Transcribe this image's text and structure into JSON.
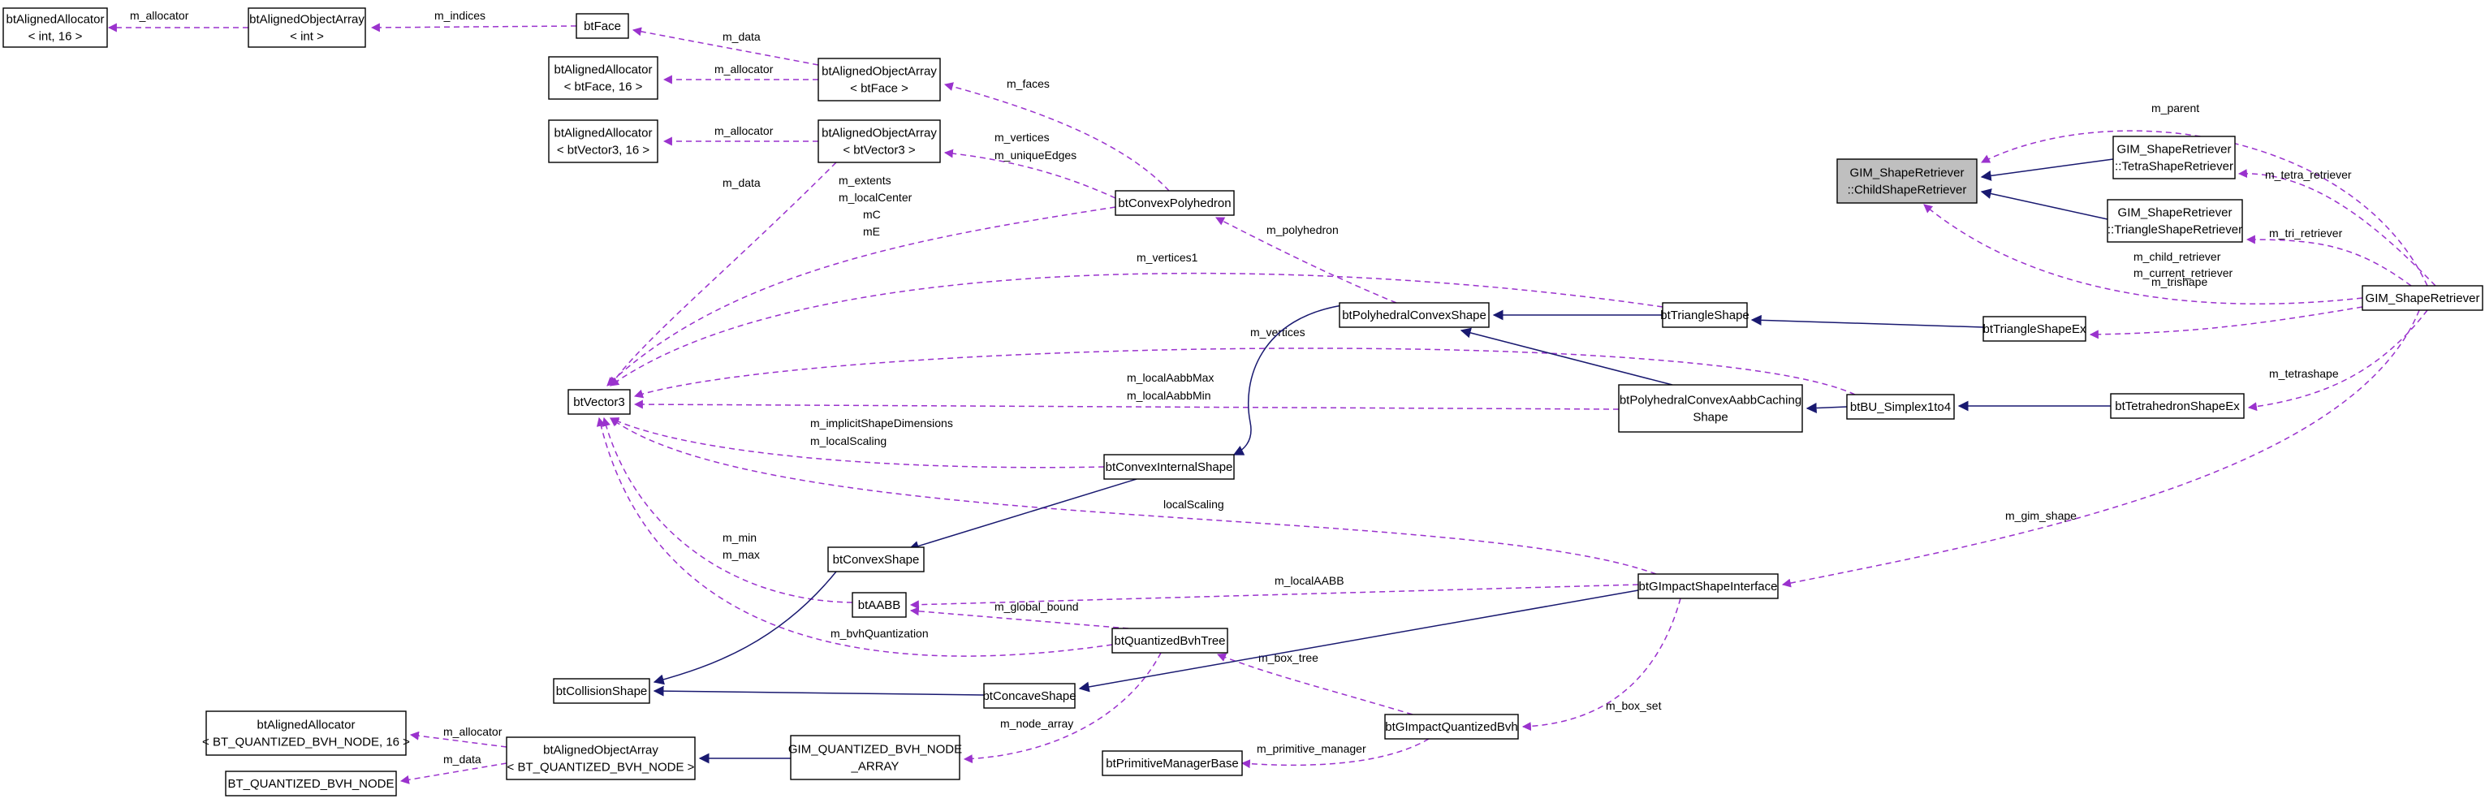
{
  "nodes": [
    {
      "id": "alloc_int",
      "lines": [
        "btAlignedAllocator",
        "< int, 16 >"
      ]
    },
    {
      "id": "arr_int",
      "lines": [
        "btAlignedObjectArray",
        "< int >"
      ]
    },
    {
      "id": "btface",
      "lines": [
        "btFace"
      ]
    },
    {
      "id": "alloc_face",
      "lines": [
        "btAlignedAllocator",
        "< btFace, 16 >"
      ]
    },
    {
      "id": "arr_face",
      "lines": [
        "btAlignedObjectArray",
        "< btFace >"
      ]
    },
    {
      "id": "alloc_vec",
      "lines": [
        "btAlignedAllocator",
        "< btVector3, 16 >"
      ]
    },
    {
      "id": "arr_vec",
      "lines": [
        "btAlignedObjectArray",
        "< btVector3 >"
      ]
    },
    {
      "id": "convexpoly",
      "lines": [
        "btConvexPolyhedron"
      ]
    },
    {
      "id": "vector3",
      "lines": [
        "btVector3"
      ]
    },
    {
      "id": "polyconvex",
      "lines": [
        "btPolyhedralConvexShape"
      ]
    },
    {
      "id": "triangle",
      "lines": [
        "btTriangleShape"
      ]
    },
    {
      "id": "polyaabb",
      "lines": [
        "btPolyhedralConvexAabbCaching",
        "Shape"
      ]
    },
    {
      "id": "bu_simplex",
      "lines": [
        "btBU_Simplex1to4"
      ]
    },
    {
      "id": "triex",
      "lines": [
        "btTriangleShapeEx"
      ]
    },
    {
      "id": "tetraex",
      "lines": [
        "btTetrahedronShapeEx"
      ]
    },
    {
      "id": "convexinternal",
      "lines": [
        "btConvexInternalShape"
      ]
    },
    {
      "id": "convexshape",
      "lines": [
        "btConvexShape"
      ]
    },
    {
      "id": "aabb",
      "lines": [
        "btAABB"
      ]
    },
    {
      "id": "qbvhtree",
      "lines": [
        "btQuantizedBvhTree"
      ]
    },
    {
      "id": "gimpactiface",
      "lines": [
        "btGImpactShapeInterface"
      ]
    },
    {
      "id": "collision",
      "lines": [
        "btCollisionShape"
      ]
    },
    {
      "id": "concave",
      "lines": [
        "btConcaveShape"
      ]
    },
    {
      "id": "alloc_qbvh",
      "lines": [
        "btAlignedAllocator",
        "< BT_QUANTIZED_BVH_NODE, 16 >"
      ]
    },
    {
      "id": "arr_qbvh",
      "lines": [
        "btAlignedObjectArray",
        "< BT_QUANTIZED_BVH_NODE >"
      ]
    },
    {
      "id": "gim_qbvh_arr",
      "lines": [
        "GIM_QUANTIZED_BVH_NODE",
        "_ARRAY"
      ]
    },
    {
      "id": "qbvh_node",
      "lines": [
        "BT_QUANTIZED_BVH_NODE"
      ]
    },
    {
      "id": "gimpactqbvh",
      "lines": [
        "btGImpactQuantizedBvh"
      ]
    },
    {
      "id": "primmgr",
      "lines": [
        "btPrimitiveManagerBase"
      ]
    },
    {
      "id": "gim_child",
      "lines": [
        "GIM_ShapeRetriever",
        "::ChildShapeRetriever"
      ]
    },
    {
      "id": "gim_tetra",
      "lines": [
        "GIM_ShapeRetriever",
        "::TetraShapeRetriever"
      ]
    },
    {
      "id": "gim_tri",
      "lines": [
        "GIM_ShapeRetriever",
        "::TriangleShapeRetriever"
      ]
    },
    {
      "id": "gim_shape",
      "lines": [
        "GIM_ShapeRetriever"
      ]
    }
  ],
  "edges": [
    {
      "id": "e_arrint_allocint",
      "type": "use",
      "label": [
        "m_allocator"
      ]
    },
    {
      "id": "e_face_arrint",
      "type": "use",
      "label": [
        "m_indices"
      ]
    },
    {
      "id": "e_arrface_face",
      "type": "use",
      "label": [
        "m_data"
      ]
    },
    {
      "id": "e_arrface_allocface",
      "type": "use",
      "label": [
        "m_allocator"
      ]
    },
    {
      "id": "e_arrvec_allocvec",
      "type": "use",
      "label": [
        "m_allocator"
      ]
    },
    {
      "id": "e_arrvec_vec3",
      "type": "use",
      "label": [
        "m_data"
      ]
    },
    {
      "id": "e_cp_arrface",
      "type": "use",
      "label": [
        "m_faces"
      ]
    },
    {
      "id": "e_cp_arrvec",
      "type": "use",
      "label": [
        "m_vertices",
        "m_uniqueEdges"
      ]
    },
    {
      "id": "e_cp_vec3",
      "type": "use",
      "label": [
        "m_extents",
        "m_localCenter",
        "mC",
        "mE"
      ]
    },
    {
      "id": "e_pcs_cp",
      "type": "use",
      "label": [
        "m_polyhedron"
      ]
    },
    {
      "id": "e_tri_vec3",
      "type": "use",
      "label": [
        "m_vertices1"
      ]
    },
    {
      "id": "e_simplex_vec3",
      "type": "use",
      "label": [
        "m_vertices"
      ]
    },
    {
      "id": "e_aabbcache_vec3",
      "type": "use",
      "label": [
        "m_localAabbMax",
        "m_localAabbMin"
      ]
    },
    {
      "id": "e_cis_vec3",
      "type": "use",
      "label": [
        "m_implicitShapeDimensions",
        "m_localScaling"
      ]
    },
    {
      "id": "e_gimpact_vec3",
      "type": "use",
      "label": [
        "localScaling"
      ]
    },
    {
      "id": "e_aabb_vec3",
      "type": "use",
      "label": [
        "m_min",
        "m_max"
      ]
    },
    {
      "id": "e_qbvh_vec3",
      "type": "use",
      "label": [
        "m_bvhQuantization"
      ]
    },
    {
      "id": "e_gimpact_aabb",
      "type": "use",
      "label": [
        "m_localAABB"
      ]
    },
    {
      "id": "e_qbvh_aabb",
      "type": "use",
      "label": [
        "m_global_bound"
      ]
    },
    {
      "id": "e_gqbvh_qbvh",
      "type": "use",
      "label": [
        "m_box_tree"
      ]
    },
    {
      "id": "e_gimpact_gqbvh",
      "type": "use",
      "label": [
        "m_box_set"
      ]
    },
    {
      "id": "e_gqbvh_prim",
      "type": "use",
      "label": [
        "m_primitive_manager"
      ]
    },
    {
      "id": "e_qbvh_gimarr",
      "type": "use",
      "label": [
        "m_node_array"
      ]
    },
    {
      "id": "e_arrq_allocq",
      "type": "use",
      "label": [
        "m_allocator"
      ]
    },
    {
      "id": "e_arrq_node",
      "type": "use",
      "label": [
        "m_data"
      ]
    },
    {
      "id": "e_gs_child",
      "type": "use",
      "label": [
        "m_parent"
      ]
    },
    {
      "id": "e_gs_tetra",
      "type": "use",
      "label": [
        "m_tetra_retriever"
      ]
    },
    {
      "id": "e_gs_tri",
      "type": "use",
      "label": [
        "m_tri_retriever"
      ]
    },
    {
      "id": "e_gs_childret",
      "type": "use",
      "label": [
        "m_child_retriever",
        "m_current_retriever"
      ]
    },
    {
      "id": "e_gs_triex",
      "type": "use",
      "label": [
        "m_trishape"
      ]
    },
    {
      "id": "e_gs_tetraex",
      "type": "use",
      "label": [
        "m_tetrashape"
      ]
    },
    {
      "id": "e_gs_gimpact",
      "type": "use",
      "label": [
        "m_gim_shape"
      ]
    },
    {
      "id": "i_tetra_child",
      "type": "inherit",
      "label": []
    },
    {
      "id": "i_tri_child",
      "type": "inherit",
      "label": []
    },
    {
      "id": "i_trishape_pcs",
      "type": "inherit",
      "label": []
    },
    {
      "id": "i_triex_trishape",
      "type": "inherit",
      "label": []
    },
    {
      "id": "i_aabbcache_pcs",
      "type": "inherit",
      "label": []
    },
    {
      "id": "i_simplex_aabbcache",
      "type": "inherit",
      "label": []
    },
    {
      "id": "i_tetraex_simplex",
      "type": "inherit",
      "label": []
    },
    {
      "id": "i_pcs_cis",
      "type": "inherit",
      "label": []
    },
    {
      "id": "i_cis_convex",
      "type": "inherit",
      "label": []
    },
    {
      "id": "i_convex_collision",
      "type": "inherit",
      "label": []
    },
    {
      "id": "i_concave_collision",
      "type": "inherit",
      "label": []
    },
    {
      "id": "i_gimpact_concave",
      "type": "inherit",
      "label": []
    },
    {
      "id": "i_gimarr_arrq",
      "type": "inherit",
      "label": []
    }
  ]
}
